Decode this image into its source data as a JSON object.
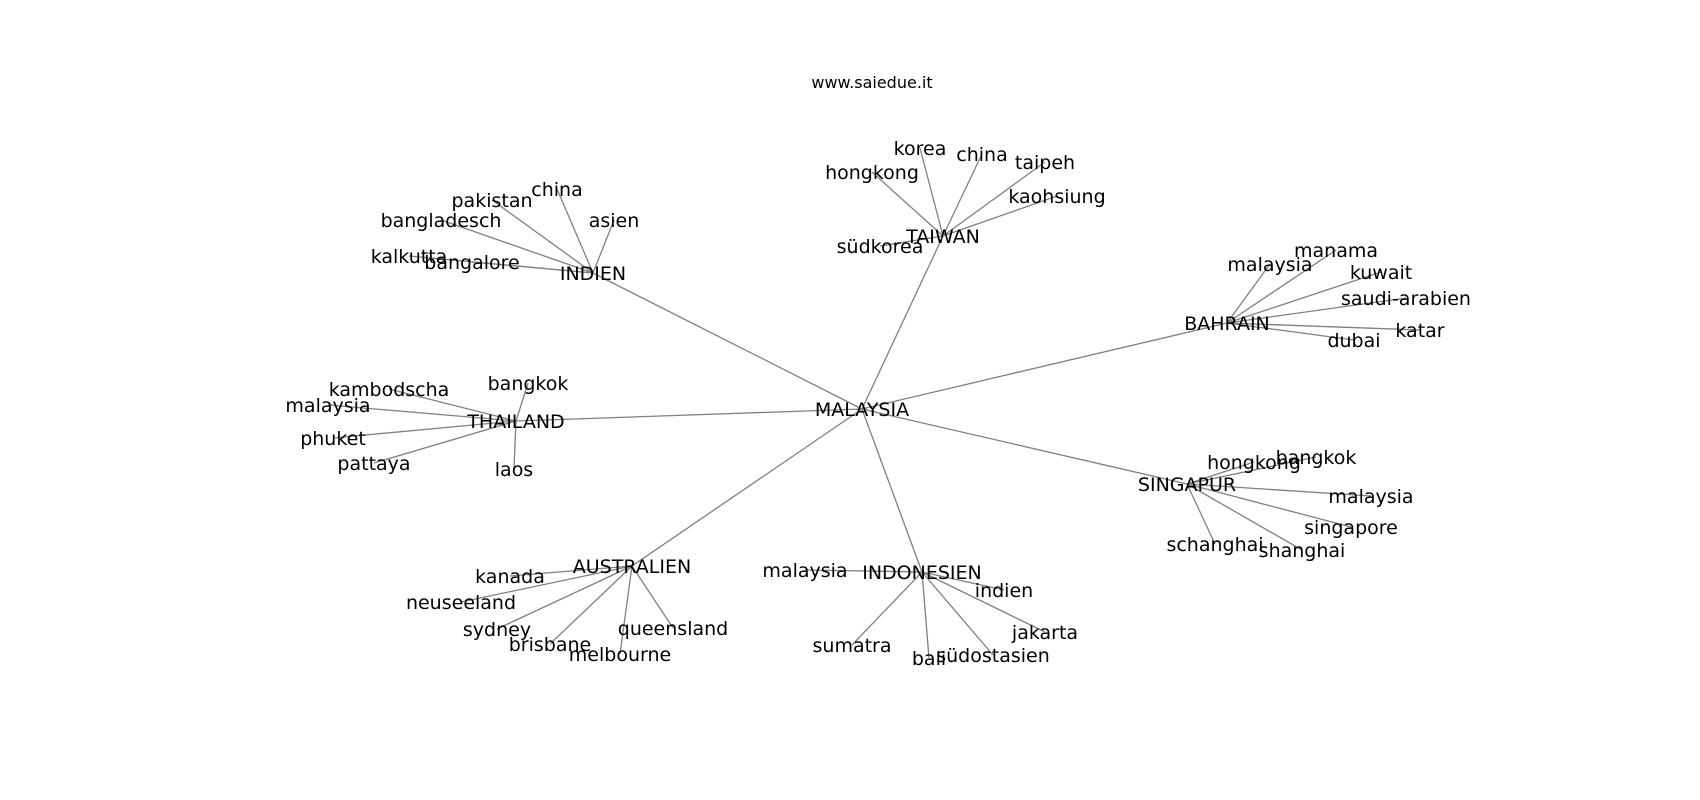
{
  "header": {
    "site": "www.saiedue.it"
  },
  "graph": {
    "root": "MALAYSIA",
    "hubs": [
      {
        "id": "taiwan",
        "label": "TAIWAN",
        "leaves": [
          "korea",
          "china",
          "taipeh",
          "hongkong",
          "kaohsiung",
          "südkorea"
        ]
      },
      {
        "id": "indien",
        "label": "INDIEN",
        "leaves": [
          "china",
          "pakistan",
          "asien",
          "bangladesch",
          "kalkutta",
          "bangalore"
        ]
      },
      {
        "id": "bahrain",
        "label": "BAHRAIN",
        "leaves": [
          "manama",
          "malaysia",
          "kuwait",
          "saudi-arabien",
          "katar",
          "dubai"
        ]
      },
      {
        "id": "thailand",
        "label": "THAILAND",
        "leaves": [
          "bangkok",
          "kambodscha",
          "malaysia",
          "phuket",
          "pattaya",
          "laos"
        ]
      },
      {
        "id": "singapur",
        "label": "SINGAPUR",
        "leaves": [
          "bangkok",
          "hongkong",
          "malaysia",
          "singapore",
          "schanghai",
          "shanghai"
        ]
      },
      {
        "id": "australien",
        "label": "AUSTRALIEN",
        "leaves": [
          "kanada",
          "neuseeland",
          "sydney",
          "queensland",
          "brisbane",
          "melbourne"
        ]
      },
      {
        "id": "indonesien",
        "label": "INDONESIEN",
        "leaves": [
          "malaysia",
          "indien",
          "jakarta",
          "sumatra",
          "bali",
          "südostasien"
        ]
      }
    ]
  }
}
